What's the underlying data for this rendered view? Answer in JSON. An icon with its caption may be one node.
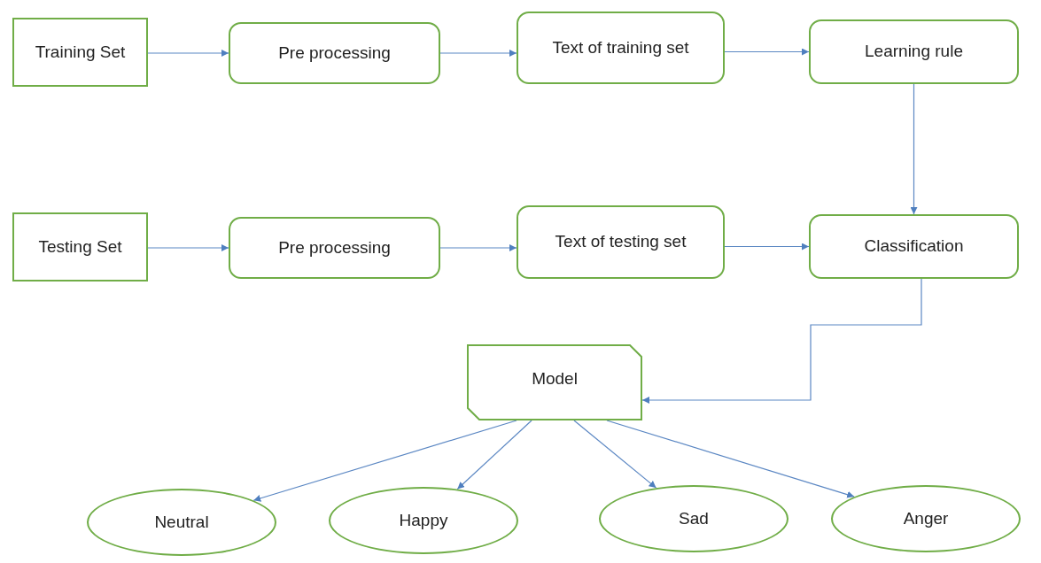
{
  "diagram": {
    "nodes": [
      {
        "text": [
          "Training Set"
        ]
      },
      {
        "text": [
          "Pre processing"
        ]
      },
      {
        "text": [
          "Text of training set"
        ]
      },
      {
        "text": [
          "Learning rule"
        ]
      },
      {
        "text": [
          "Testing Set"
        ]
      },
      {
        "text": [
          "Pre processing"
        ]
      },
      {
        "text": [
          "Text of testing set"
        ]
      },
      {
        "text": [
          "Classification"
        ]
      },
      {
        "text": [
          "Model"
        ]
      },
      {
        "text": [
          "Neutral"
        ]
      },
      {
        "text": [
          "Happy"
        ]
      },
      {
        "text": [
          "Sad"
        ]
      },
      {
        "text": [
          "Anger"
        ]
      }
    ],
    "edges": [
      {
        "from": 0,
        "to": 1,
        "arrow": "to"
      },
      {
        "from": 1,
        "to": 2,
        "arrow": "to"
      },
      {
        "from": 2,
        "to": 3,
        "arrow": "to"
      },
      {
        "from": 3,
        "to": 7,
        "arrow": "to"
      },
      {
        "from": 4,
        "to": 5,
        "arrow": "to"
      },
      {
        "from": 5,
        "to": 6,
        "arrow": "to"
      },
      {
        "from": 6,
        "to": 7,
        "arrow": "to"
      },
      {
        "from": 7,
        "to": 8,
        "arrow": "to"
      },
      {
        "from": 8,
        "to": 9,
        "arrow": "to"
      },
      {
        "from": 8,
        "to": 10,
        "arrow": "to"
      },
      {
        "from": 8,
        "to": 11,
        "arrow": "to"
      },
      {
        "from": 8,
        "to": 12,
        "arrow": "to"
      }
    ]
  }
}
